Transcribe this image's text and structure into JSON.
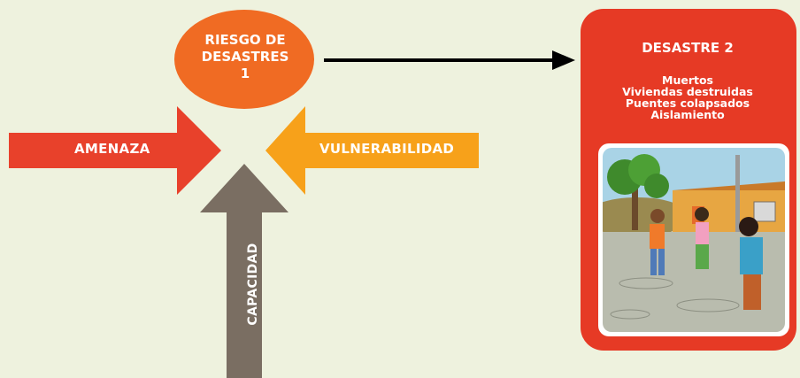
{
  "risk_node": {
    "label": "RIESGO DE\nDESASTRES\n1"
  },
  "threat_arrow": {
    "label": "AMENAZA"
  },
  "vulnerability_arrow": {
    "label": "VULNERABILIDAD"
  },
  "capacity_arrow": {
    "label": "CAPACIDAD"
  },
  "disaster_panel": {
    "title": "DESASTRE 2",
    "effects": [
      "Muertos",
      "Viviendas destruidas",
      "Puentes colapsados",
      "Aislamiento"
    ]
  },
  "colors": {
    "background": "#eef2de",
    "risk_ellipse": "#f06b23",
    "threat": "#e8412b",
    "vulnerability": "#f7a11a",
    "capacity": "#7a6e62",
    "disaster_panel": "#e63a25",
    "connector": "#000000"
  },
  "icons": {
    "disaster_illustration": "flood-scene-illustration"
  }
}
